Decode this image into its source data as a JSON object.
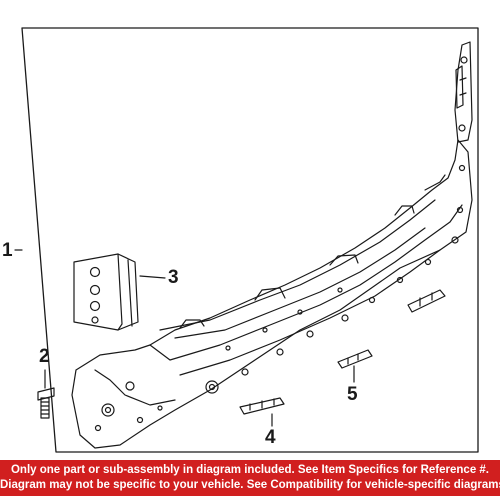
{
  "diagram": {
    "callouts": [
      "1",
      "2",
      "3",
      "4",
      "5"
    ]
  },
  "footer": {
    "line1": "Only one part or sub-assembly in diagram included. See Item Specifics for Reference #.",
    "line2": "Diagram may not be specific to your vehicle. See Compatibility for vehicle-specific diagrams.",
    "color": "#d11f1f"
  }
}
